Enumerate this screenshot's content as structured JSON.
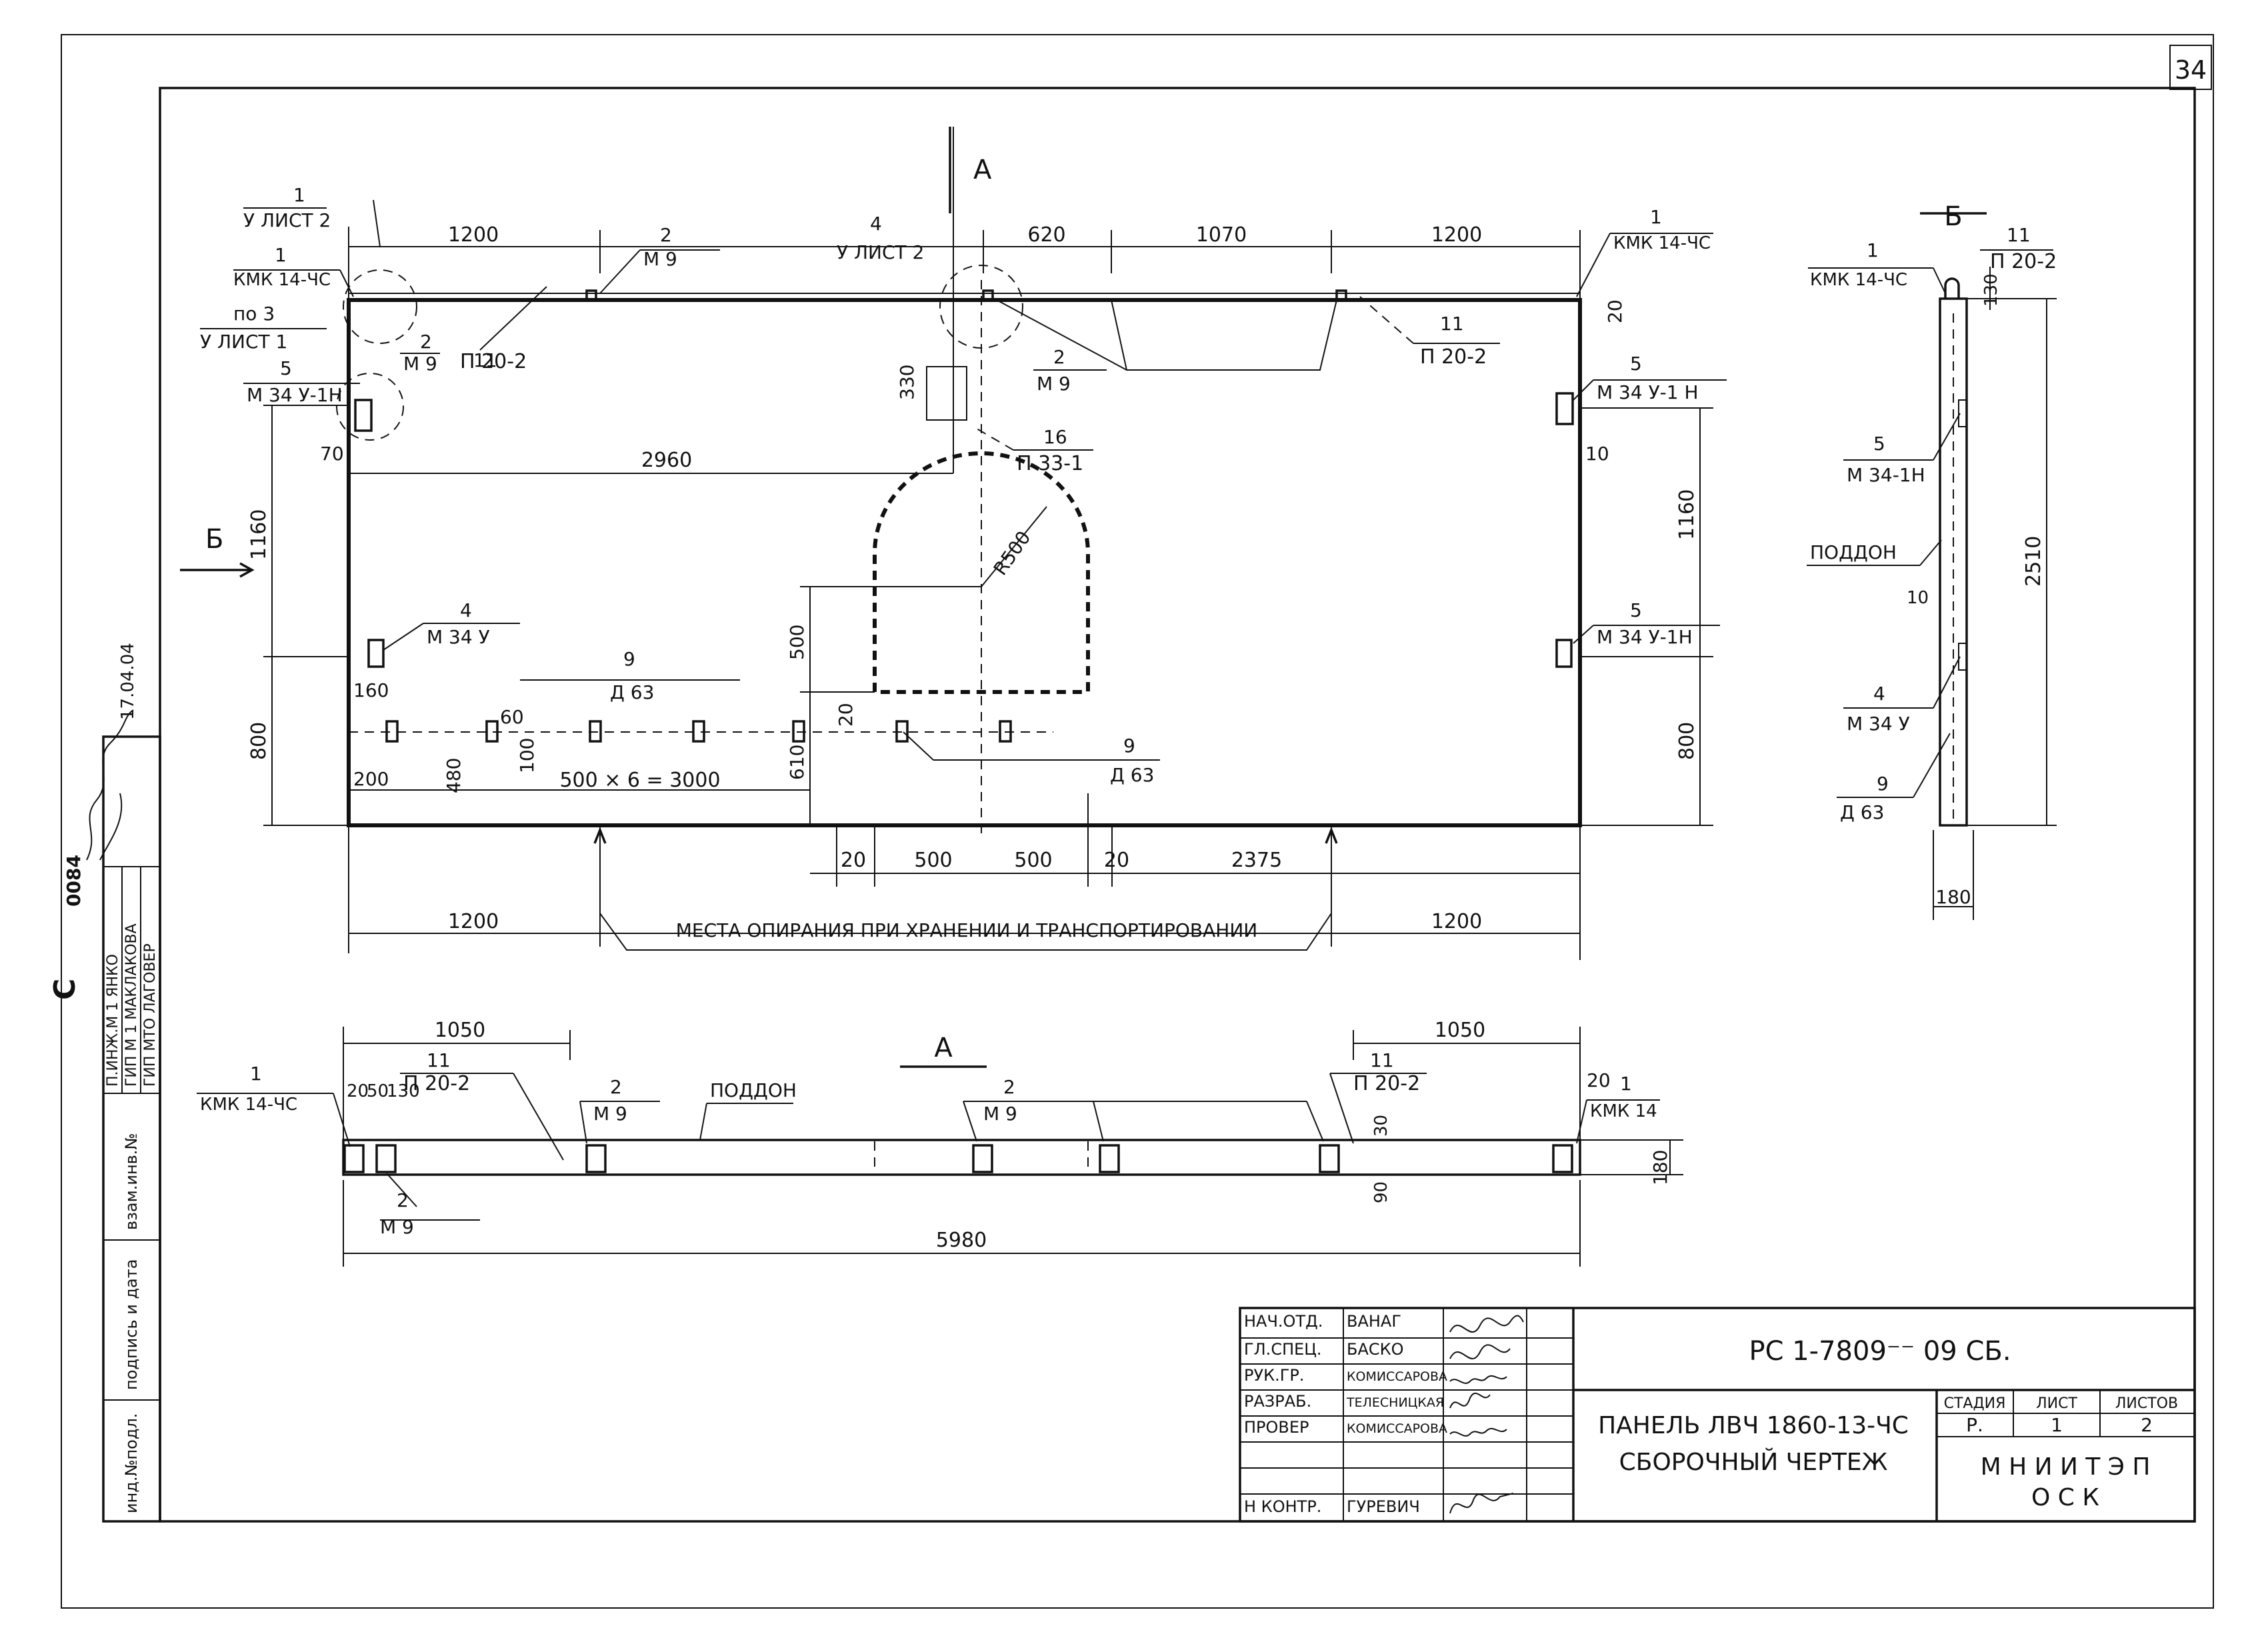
{
  "sheet": {
    "page_number": "34",
    "doc_code": "РС 1-7809⁻⁻ 09 СБ.",
    "title_lines": [
      "ПАНЕЛЬ ЛВЧ 1860-13-ЧС",
      "СБОРОЧНЫЙ ЧЕРТЕЖ"
    ],
    "org_lines": [
      "М Н И И Т Э П",
      "О С К"
    ],
    "stage_headers": [
      "СТАДИЯ",
      "ЛИСТ",
      "ЛИСТОВ"
    ],
    "stage_values": [
      "Р.",
      "1",
      "2"
    ],
    "signatures": [
      {
        "role": "НАЧ.ОТД.",
        "name": "ВАНАГ"
      },
      {
        "role": "ГЛ.СПЕЦ.",
        "name": "БАСКО"
      },
      {
        "role": "РУК.ГР.",
        "name": "КОМИССАРОВА"
      },
      {
        "role": "РАЗРАБ.",
        "name": "ТЕЛЕСНИЦКАЯ"
      },
      {
        "role": "ПРОВЕР",
        "name": "КОМИССАРОВА"
      },
      {
        "role": "",
        "name": ""
      },
      {
        "role": "Н КОНТР.",
        "name": "ГУРЕВИЧ"
      }
    ]
  },
  "left_stamp": {
    "captions": [
      "инд.№подл.",
      "подпись и дата",
      "взам.инв.№"
    ],
    "approval_rows": [
      "П.ИНЖ.М 1  ЯНКО",
      "ГИП  М 1  МАКЛАКОВА",
      "ГИП МТО  ЛАГОВЕР"
    ],
    "mark": "C",
    "mark_number": "0084",
    "date": "17.04.04"
  },
  "front_view": {
    "section_label": "А",
    "view_label": "Б",
    "dims_top": [
      "1200",
      "620",
      "1070",
      "1200"
    ],
    "dims_right": [
      "1160",
      "800",
      "20",
      "10"
    ],
    "dims_left": [
      "1160",
      "800",
      "70",
      "160",
      "200",
      "480",
      "100",
      "60"
    ],
    "dims_inner": [
      "2960",
      "330",
      "500",
      "R500",
      "20",
      "610",
      "500 × 6 = 3000"
    ],
    "dims_bottom": [
      "20",
      "500",
      "500",
      "20",
      "2375",
      "1200",
      "1200"
    ],
    "callouts": [
      {
        "num": "1",
        "text": "У ЛИСТ 2"
      },
      {
        "num": "4",
        "text": "У ЛИСТ 2"
      },
      {
        "num": "по 3",
        "text": "У ЛИСТ 1"
      },
      {
        "num": "1",
        "text": "КМК 14-ЧС"
      },
      {
        "num": "2",
        "text": "М 9"
      },
      {
        "num": "2",
        "text": "М 9"
      },
      {
        "num": "2",
        "text": "М 9"
      },
      {
        "num": "11",
        "text": "П 20-2"
      },
      {
        "num": "11",
        "text": "П 20-2"
      },
      {
        "num": "1",
        "text": "КМК 14-ЧС"
      },
      {
        "num": "5",
        "text": "М 34 У-1Н"
      },
      {
        "num": "5",
        "text": "М 34 У-1 Н"
      },
      {
        "num": "16",
        "text": "П 33-1"
      },
      {
        "num": "4",
        "text": "М 34 У"
      },
      {
        "num": "5",
        "text": "М 34 У-1Н"
      },
      {
        "num": "9",
        "text": "Д 63"
      },
      {
        "num": "9",
        "text": "Д 63"
      }
    ],
    "support_note": "МЕСТА ОПИРАНИЯ ПРИ ХРАНЕНИИ И ТРАНСПОРТИРОВАНИИ"
  },
  "side_view": {
    "label": "Б",
    "dims": [
      "2510",
      "180",
      "130",
      "10"
    ],
    "callouts": [
      {
        "num": "1",
        "text": "КМК 14-ЧС"
      },
      {
        "num": "11",
        "text": "П 20-2"
      },
      {
        "num": "5",
        "text": "М 34-1Н"
      },
      {
        "num": "",
        "text": "ПОДДОН"
      },
      {
        "num": "4",
        "text": "М 34 У"
      },
      {
        "num": "9",
        "text": "Д 63"
      }
    ]
  },
  "top_view": {
    "label": "А",
    "dims": [
      "1050",
      "1050",
      "20",
      "50",
      "130",
      "20",
      "180",
      "5980",
      "30",
      "90"
    ],
    "callouts": [
      {
        "num": "1",
        "text": "КМК 14-ЧС"
      },
      {
        "num": "11",
        "text": "П 20-2"
      },
      {
        "num": "2",
        "text": "М 9"
      },
      {
        "num": "",
        "text": "ПОДДОН"
      },
      {
        "num": "2",
        "text": "М 9"
      },
      {
        "num": "11",
        "text": "П 20-2"
      },
      {
        "num": "1",
        "text": "КМК 14"
      },
      {
        "num": "2",
        "text": "М 9"
      }
    ]
  }
}
